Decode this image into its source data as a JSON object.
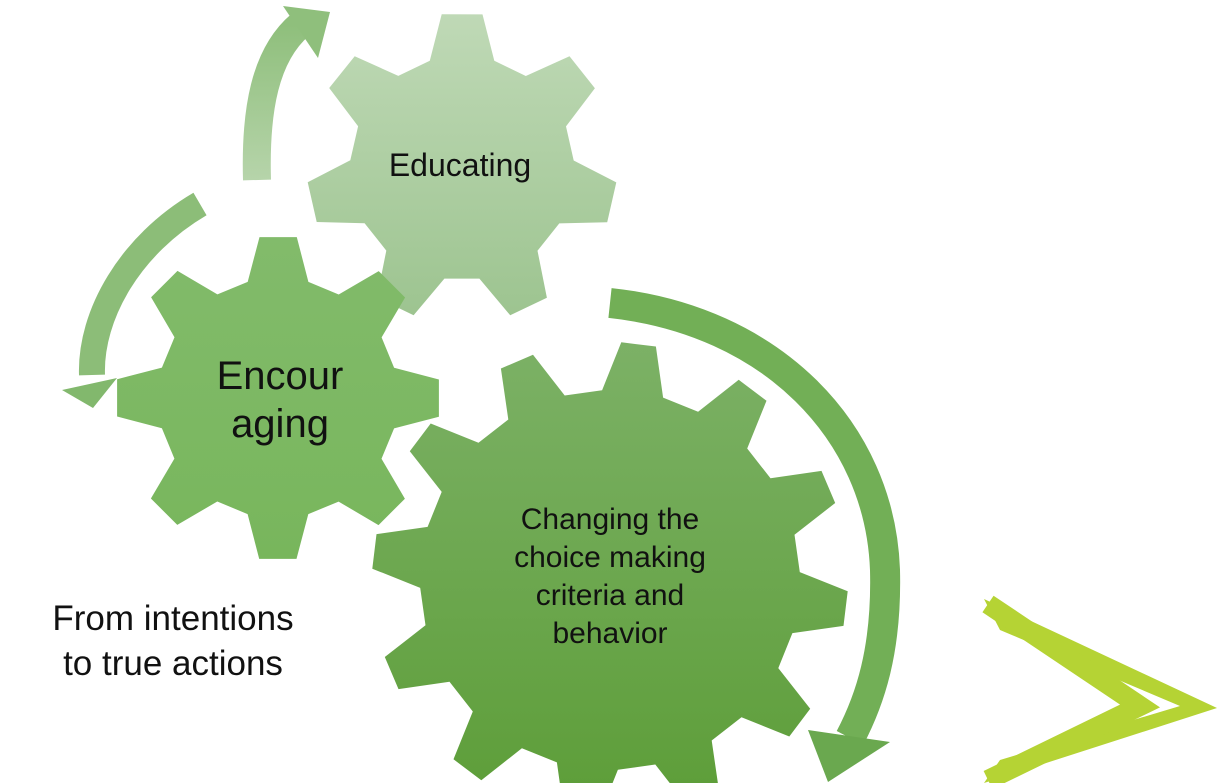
{
  "gears": {
    "educating": "Educating",
    "encouraging": "Encour\naging",
    "changing": "Changing the\nchoice making\ncriteria and\nbehavior"
  },
  "caption": "From intentions\nto true actions",
  "colors": {
    "gear_light_top": "#bdd7b4",
    "gear_light_bottom": "#9cc38f",
    "gear_mid": "#80b968",
    "gear_dark_top": "#7ab062",
    "gear_dark_bottom": "#5f9f3a",
    "arrow_light": "#a9cd9b",
    "arrow_mid": "#7fb865",
    "arrow_dark": "#6aa84f",
    "logo_accent": "#b5d334"
  },
  "icons": {
    "logo": "double-chevron-logo-icon"
  }
}
